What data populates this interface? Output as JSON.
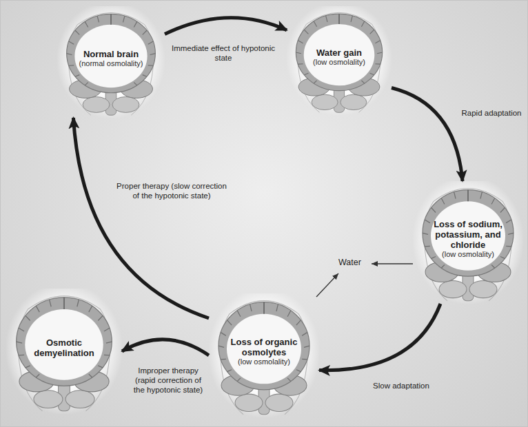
{
  "diagram": {
    "nodes": [
      {
        "text": [
          "Normal brain",
          "(normal osmolality)"
        ]
      },
      {
        "text": [
          "Water gain",
          "(low osmolality)"
        ]
      },
      {
        "text": [
          "Loss of sodium, potassium, and chloride",
          "(low osmolality)"
        ]
      },
      {
        "text": [
          "Loss of organic osmolytes",
          "(low osmolality)"
        ]
      },
      {
        "text": [
          "Osmotic demyelination"
        ]
      }
    ],
    "edges": [
      {
        "from": 0,
        "to": 1,
        "label": "Immediate effect of hypotonic state",
        "arrow": "to"
      },
      {
        "from": 1,
        "to": 2,
        "label": "Rapid adaptation",
        "arrow": "to"
      },
      {
        "from": 2,
        "to": 3,
        "label": "Slow adaptation",
        "arrow": "to"
      },
      {
        "from": 3,
        "to": 0,
        "label": "Proper therapy (slow correction of the hypotonic state)",
        "arrow": "to"
      },
      {
        "from": 3,
        "to": 4,
        "label": "Improper therapy (rapid correction of the hypotonic state)",
        "arrow": "to"
      }
    ],
    "labels": [
      "Water"
    ]
  }
}
